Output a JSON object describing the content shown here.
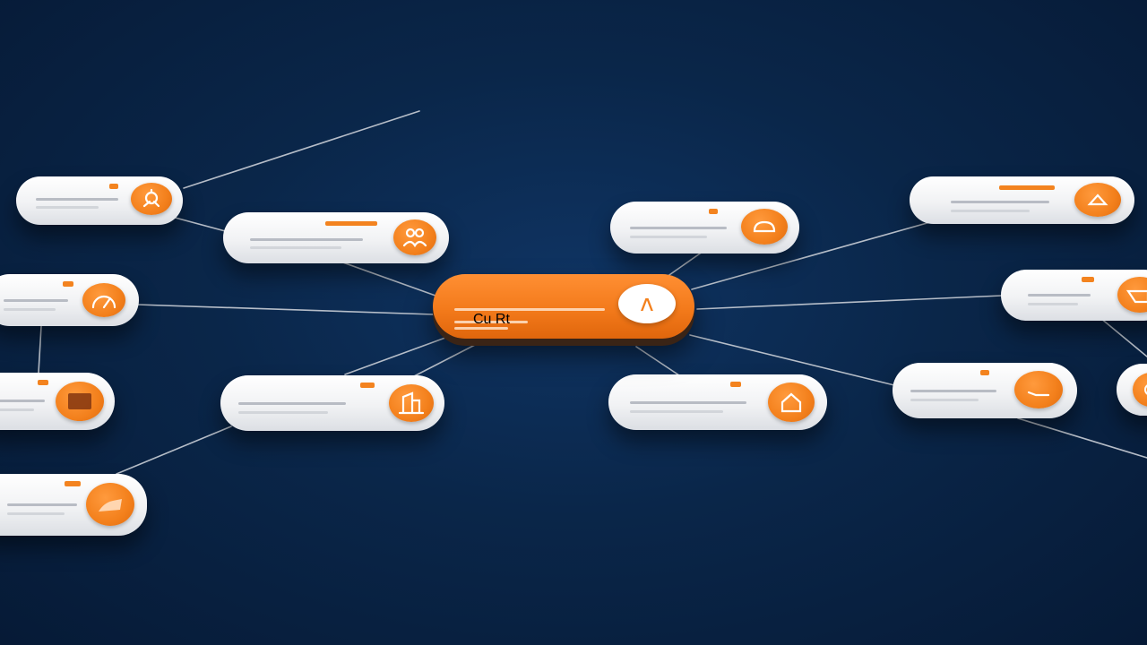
{
  "diagram": {
    "center": {
      "label": "Cu Rt",
      "icon": "caret-a-icon",
      "glyph": "ʌ"
    },
    "nodes": [
      {
        "id": "left-top",
        "icon": "gear-chart-icon"
      },
      {
        "id": "left-mid-upper",
        "icon": "people-icon"
      },
      {
        "id": "left-middle",
        "icon": "gauge-icon"
      },
      {
        "id": "left-lower",
        "icon": "book-icon"
      },
      {
        "id": "left-mid-lower",
        "icon": "building-icon"
      },
      {
        "id": "left-bottom",
        "icon": "hand-icon"
      },
      {
        "id": "center-top",
        "icon": "cloud-icon"
      },
      {
        "id": "center-bottom",
        "icon": "house-icon"
      },
      {
        "id": "right-top",
        "icon": "chat-icon"
      },
      {
        "id": "right-upper",
        "icon": "chat-icon"
      },
      {
        "id": "right-middle",
        "icon": "document-icon"
      },
      {
        "id": "right-edge",
        "icon": "circle-icon"
      }
    ]
  },
  "colors": {
    "background": "#0a2649",
    "accent": "#f3801c",
    "card": "#f4f5f7",
    "connector": "#c9ced6"
  }
}
